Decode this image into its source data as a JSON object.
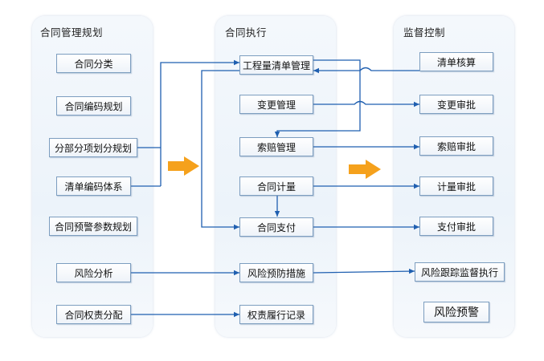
{
  "lanes": [
    {
      "title": "合同管理规划"
    },
    {
      "title": "合同执行"
    },
    {
      "title": "监督控制"
    }
  ],
  "left_nodes": [
    {
      "label": "合同分类"
    },
    {
      "label": "合同编码规划"
    },
    {
      "label": "分部分项划分规划"
    },
    {
      "label": "清单编码体系"
    },
    {
      "label": "合同预警参数规划"
    },
    {
      "label": "风险分析"
    },
    {
      "label": "合同权责分配"
    }
  ],
  "middle_nodes": [
    {
      "label": "工程量清单管理"
    },
    {
      "label": "变更管理"
    },
    {
      "label": "索赔管理"
    },
    {
      "label": "合同计量"
    },
    {
      "label": "合同支付"
    },
    {
      "label": "风险预防措施"
    },
    {
      "label": "权责履行记录"
    }
  ],
  "right_nodes": [
    {
      "label": "清单核算"
    },
    {
      "label": "变更审批"
    },
    {
      "label": "索赔审批"
    },
    {
      "label": "计量审批"
    },
    {
      "label": "支付审批"
    },
    {
      "label": "风险跟踪监督执行"
    },
    {
      "label": "风险预警"
    }
  ],
  "colors": {
    "wire": "#1f5fb0",
    "node_border": "#7c9dbf",
    "flow_arrow": "#f5a11c"
  }
}
